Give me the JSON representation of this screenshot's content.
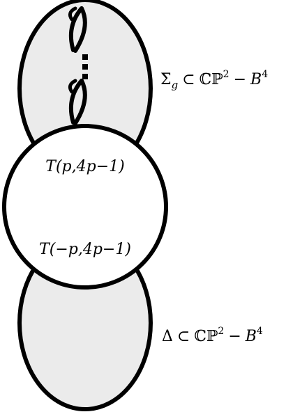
{
  "colors": {
    "fill_gray": "#ebebeb",
    "fill_white": "#ffffff",
    "stroke": "#000000"
  },
  "labels": {
    "upper_surface": {
      "sym": "Σ",
      "sub": "g",
      "subset": "⊂",
      "cp": "ℂℙ",
      "sup2": "2",
      "minus": "−",
      "B": "B",
      "sup4": "4"
    },
    "lower_surface": {
      "sym": "Δ",
      "subset": "⊂",
      "cp": "ℂℙ",
      "sup2": "2",
      "minus": "−",
      "B": "B",
      "sup4": "4"
    },
    "torus_knot_top": "T(p,4p−1)",
    "torus_knot_bottom": "T(−p,4p−1)"
  }
}
